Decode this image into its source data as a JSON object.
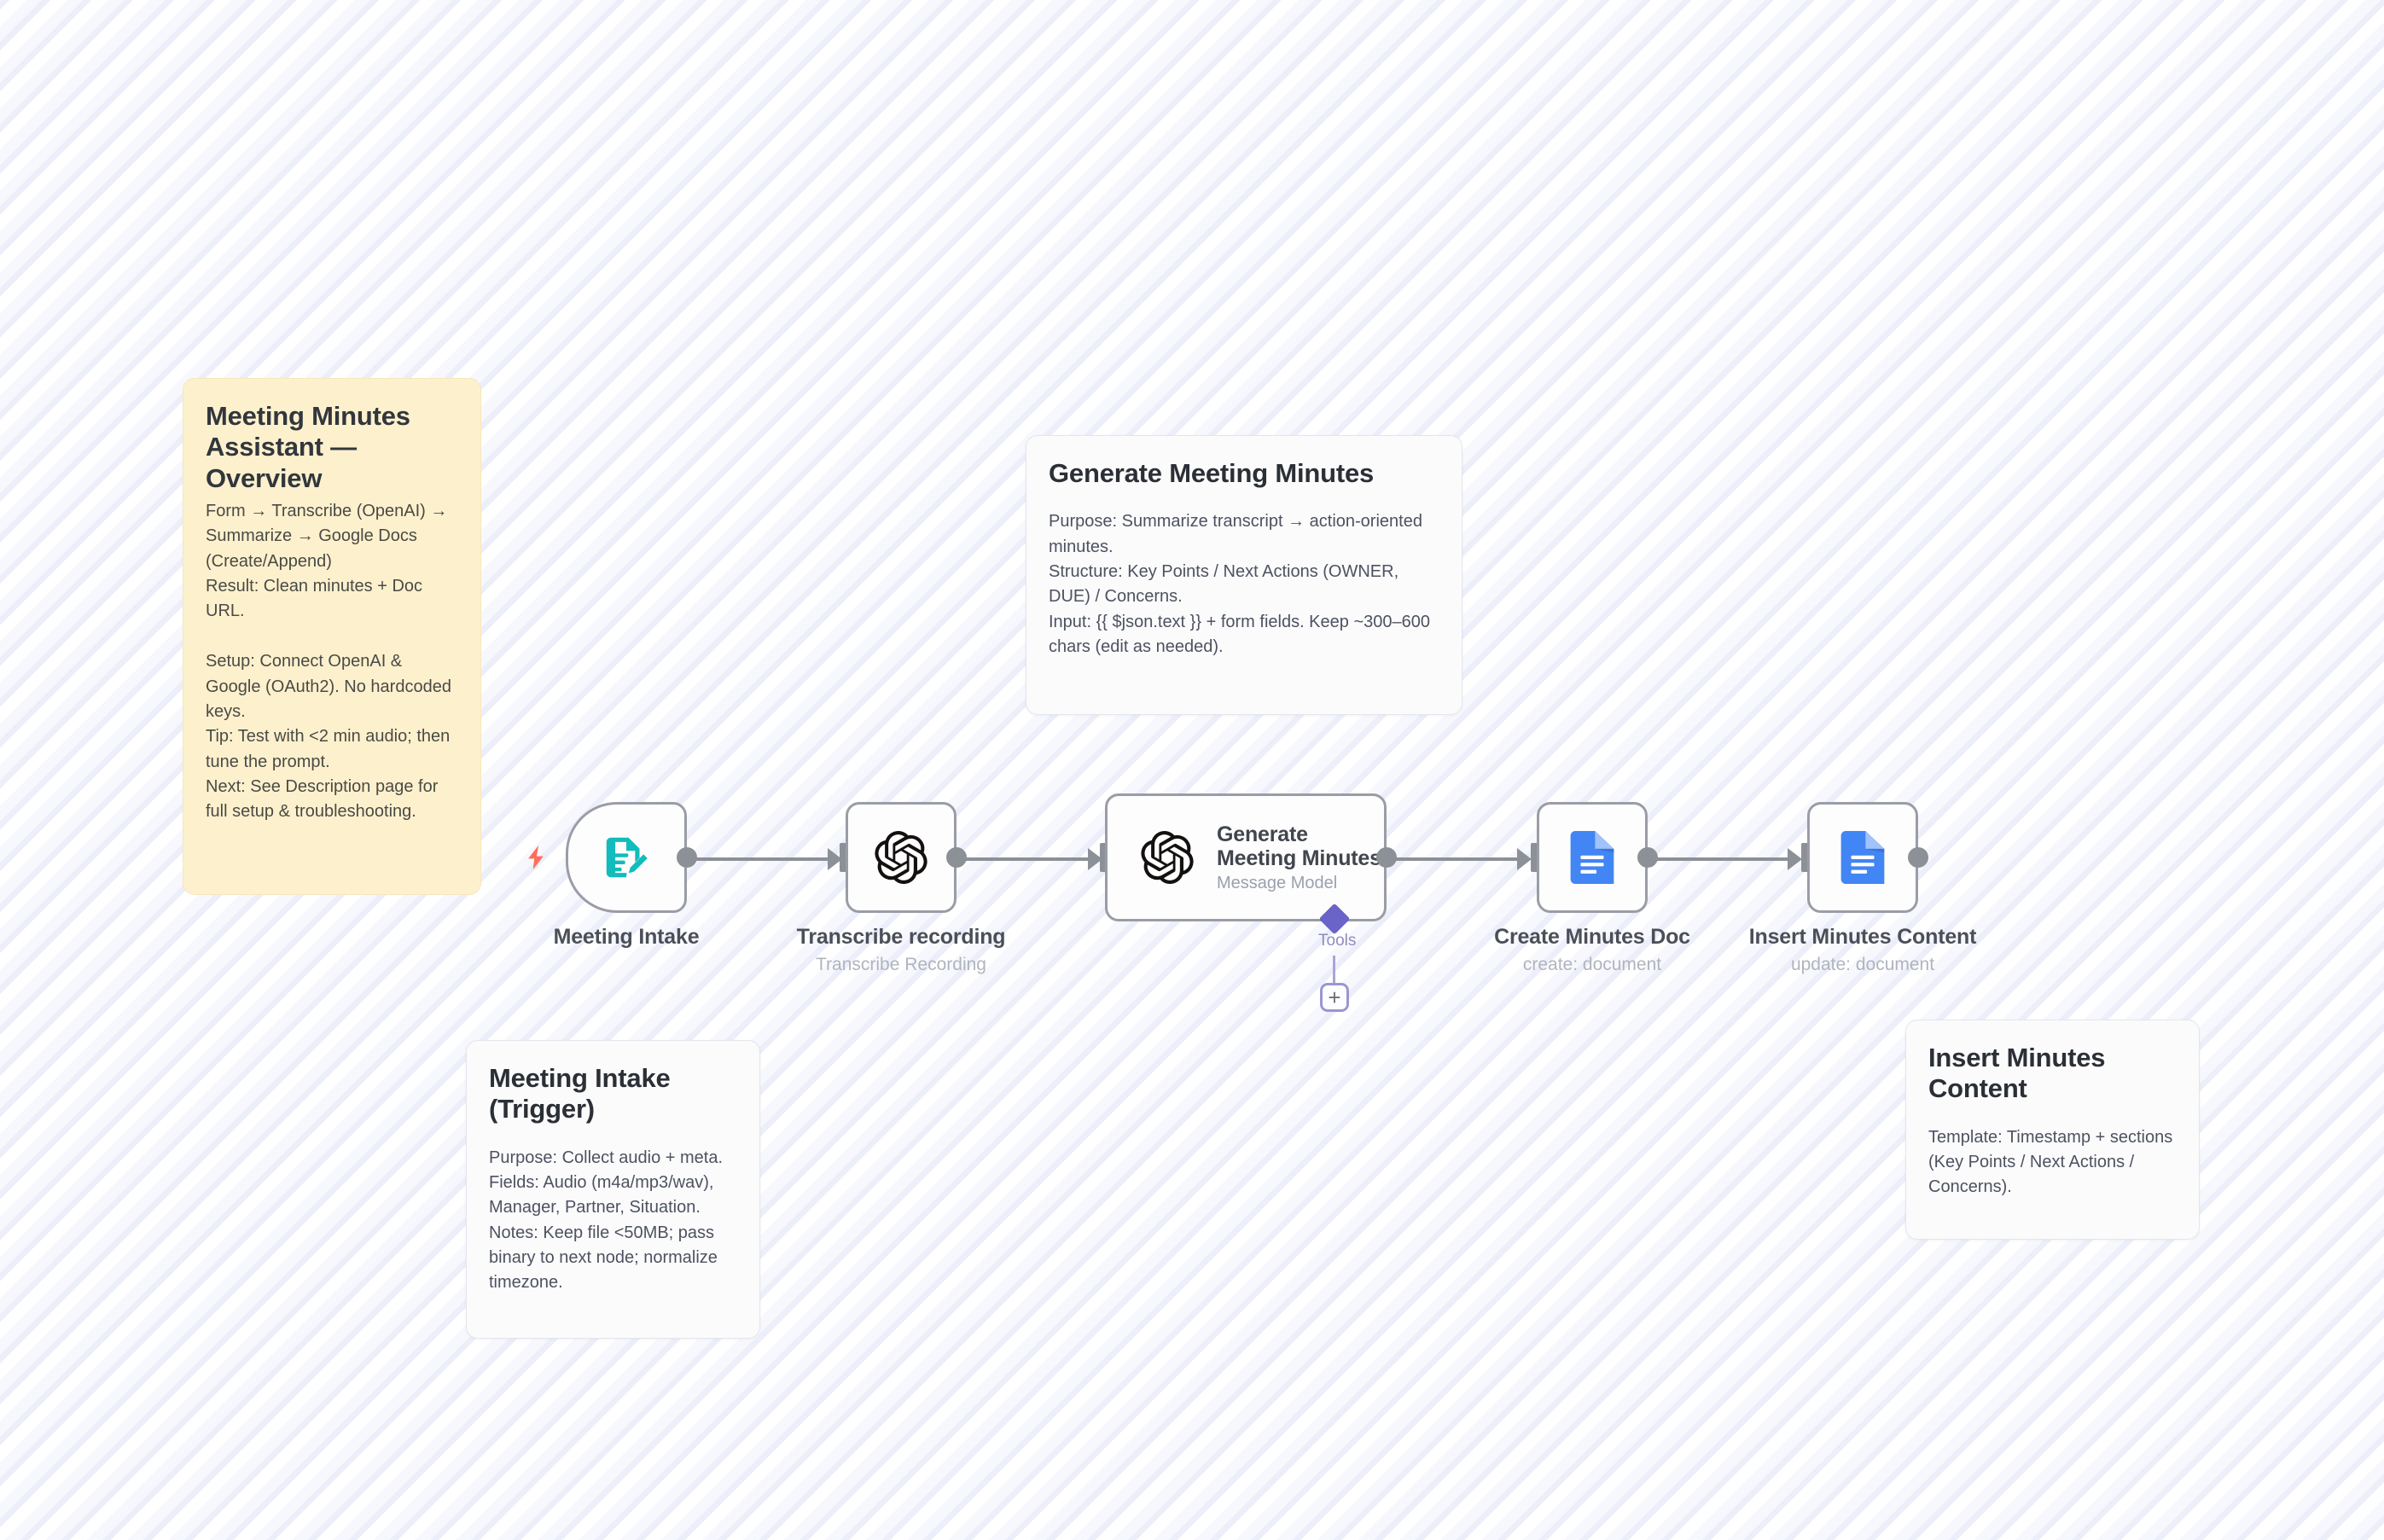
{
  "canvas": {
    "background_color": "#fbfbfe",
    "stripe_color": "#eceefa"
  },
  "sticky_notes": [
    {
      "id": "overview",
      "color": "#fdf1cd",
      "title": "Meeting Minutes Assistant — Overview",
      "body": "Form → Transcribe (OpenAI) → Summarize → Google Docs (Create/Append)\nResult: Clean minutes + Doc URL.\n\nSetup: Connect OpenAI & Google (OAuth2). No hardcoded keys.\nTip: Test with <2 min audio; then tune the prompt.\nNext: See Description page for full setup & troubleshooting."
    },
    {
      "id": "generate-meeting-minutes-note",
      "color": "#fbfbfc",
      "title": "Generate Meeting Minutes",
      "body": "Purpose: Summarize transcript → action-oriented minutes.\nStructure: Key Points / Next Actions (OWNER, DUE) / Concerns.\nInput: {{ $json.text }} + form fields. Keep ~300–600 chars (edit as needed)."
    },
    {
      "id": "meeting-intake-note",
      "color": "#fbfbfc",
      "title": "Meeting Intake (Trigger)",
      "body": "Purpose: Collect audio + meta.\nFields: Audio (m4a/mp3/wav), Manager, Partner, Situation.\nNotes: Keep file <50MB; pass binary to next node; normalize timezone."
    },
    {
      "id": "insert-minutes-content-note",
      "color": "#fbfbfc",
      "title": "Insert Minutes Content",
      "body": "Template: Timestamp + sections (Key Points / Next Actions / Concerns)."
    }
  ],
  "nodes": [
    {
      "id": "meeting-intake",
      "caption": "Meeting Intake",
      "subtitle": "",
      "icon": "form-edit-icon",
      "icon_color": "#12bcbc",
      "is_trigger": true,
      "trigger_badge": "lightning-bolt-icon"
    },
    {
      "id": "transcribe-recording",
      "caption": "Transcribe recording",
      "subtitle": "Transcribe Recording",
      "icon": "openai-logo-icon",
      "icon_color": "#14100f",
      "is_trigger": false
    },
    {
      "id": "generate-meeting-minutes",
      "caption": "",
      "inner_title": "Generate Meeting Minutes",
      "inner_subtitle": "Message Model",
      "icon": "openai-logo-icon",
      "icon_color": "#14100f",
      "is_trigger": false,
      "sub_connector": {
        "label": "Tools",
        "add_button_label": "+",
        "accent_color": "#6a63c8"
      }
    },
    {
      "id": "create-minutes-doc",
      "caption": "Create Minutes Doc",
      "subtitle": "create: document",
      "icon": "google-docs-icon",
      "icon_color": "#4285f4",
      "is_trigger": false
    },
    {
      "id": "insert-minutes-content",
      "caption": "Insert Minutes Content",
      "subtitle": "update: document",
      "icon": "google-docs-icon",
      "icon_color": "#4285f4",
      "is_trigger": false
    }
  ]
}
